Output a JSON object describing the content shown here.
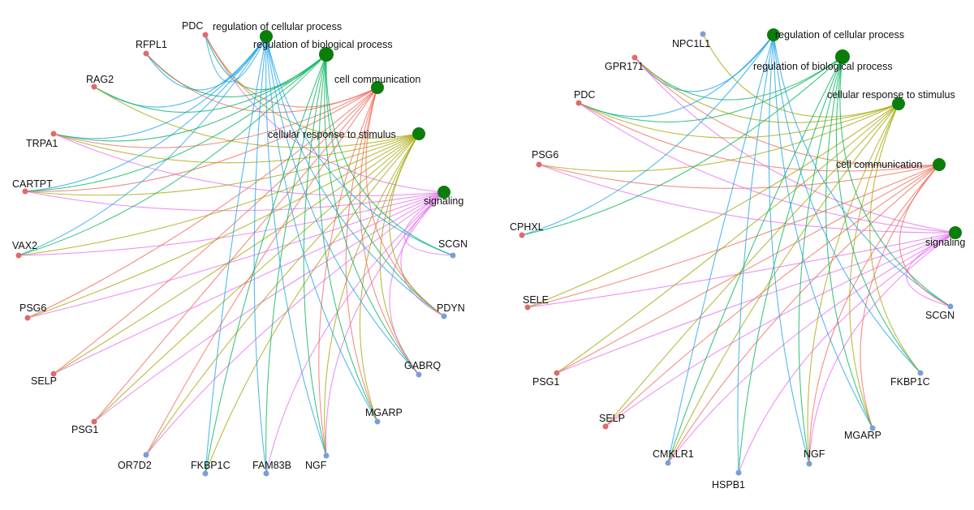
{
  "networks": [
    {
      "id": "left",
      "terms": [
        {
          "label": "regulation of cellular process",
          "color": "#1aa3e8"
        },
        {
          "label": "regulation of biological process",
          "color": "#00b35a"
        },
        {
          "label": "cell communication",
          "color": "#f06a5a"
        },
        {
          "label": "cellular response to stimulus",
          "color": "#a3a500"
        },
        {
          "label": "signaling",
          "color": "#e76bf3"
        }
      ],
      "genes": [
        {
          "label": "PDC",
          "fc": "up",
          "links": [
            0,
            1,
            2,
            3,
            4
          ]
        },
        {
          "label": "RFPL1",
          "fc": "up",
          "links": [
            0,
            1,
            2
          ]
        },
        {
          "label": "RAG2",
          "fc": "up",
          "links": [
            0,
            1,
            3
          ]
        },
        {
          "label": "TRPA1",
          "fc": "up",
          "links": [
            0,
            1,
            2,
            3,
            4
          ]
        },
        {
          "label": "CARTPT",
          "fc": "up",
          "links": [
            0,
            1,
            2,
            3,
            4
          ]
        },
        {
          "label": "VAX2",
          "fc": "up",
          "links": [
            0,
            1,
            3,
            4
          ]
        },
        {
          "label": "PSG6",
          "fc": "up",
          "links": [
            2,
            3,
            4
          ]
        },
        {
          "label": "SELP",
          "fc": "up",
          "links": [
            2,
            3,
            4
          ]
        },
        {
          "label": "PSG1",
          "fc": "up",
          "links": [
            2,
            3,
            4
          ]
        },
        {
          "label": "OR7D2",
          "fc": "down",
          "links": [
            2,
            3,
            4
          ]
        },
        {
          "label": "FKBP1C",
          "fc": "down",
          "links": [
            0,
            1,
            3
          ]
        },
        {
          "label": "FAM83B",
          "fc": "down",
          "links": [
            0,
            1,
            4
          ]
        },
        {
          "label": "NGF",
          "fc": "down",
          "links": [
            0,
            1,
            2,
            3,
            4
          ]
        },
        {
          "label": "MGARP",
          "fc": "down",
          "links": [
            0,
            1,
            2,
            3
          ]
        },
        {
          "label": "GABRQ",
          "fc": "down",
          "links": [
            0,
            1,
            2,
            3,
            4
          ]
        },
        {
          "label": "PDYN",
          "fc": "down",
          "links": [
            0,
            1,
            2,
            3,
            4
          ]
        },
        {
          "label": "SCGN",
          "fc": "down",
          "links": [
            0,
            1,
            4
          ]
        }
      ]
    },
    {
      "id": "right",
      "terms": [
        {
          "label": "regulation of cellular process",
          "color": "#1aa3e8"
        },
        {
          "label": "regulation of biological process",
          "color": "#00b35a"
        },
        {
          "label": "cellular response to stimulus",
          "color": "#a3a500"
        },
        {
          "label": "cell communication",
          "color": "#f06a5a"
        },
        {
          "label": "signaling",
          "color": "#e76bf3"
        }
      ],
      "genes": [
        {
          "label": "NPC1L1",
          "fc": "down",
          "links": [
            2
          ]
        },
        {
          "label": "GPR171",
          "fc": "up",
          "links": [
            0,
            1,
            2,
            3,
            4
          ]
        },
        {
          "label": "PDC",
          "fc": "up",
          "links": [
            0,
            1,
            2,
            3,
            4
          ]
        },
        {
          "label": "PSG6",
          "fc": "up",
          "links": [
            2,
            3,
            4
          ]
        },
        {
          "label": "CPHXL",
          "fc": "up",
          "links": [
            0,
            1
          ]
        },
        {
          "label": "SELE",
          "fc": "up",
          "links": [
            2,
            3,
            4
          ]
        },
        {
          "label": "PSG1",
          "fc": "up",
          "links": [
            2,
            3,
            4
          ]
        },
        {
          "label": "SELP",
          "fc": "up",
          "links": [
            2,
            3,
            4
          ]
        },
        {
          "label": "CMKLR1",
          "fc": "down",
          "links": [
            0,
            1,
            2,
            3,
            4
          ]
        },
        {
          "label": "HSPB1",
          "fc": "down",
          "links": [
            0,
            1,
            4
          ]
        },
        {
          "label": "NGF",
          "fc": "down",
          "links": [
            0,
            1,
            2,
            3,
            4
          ]
        },
        {
          "label": "MGARP",
          "fc": "down",
          "links": [
            0,
            1,
            2,
            3
          ]
        },
        {
          "label": "FKBP1C",
          "fc": "down",
          "links": [
            0,
            1,
            2
          ]
        },
        {
          "label": "SCGN",
          "fc": "down",
          "links": [
            0,
            1,
            3,
            4
          ]
        }
      ]
    }
  ],
  "colors": {
    "term_node": "#0a7d0a",
    "gene_up": "#e06a6a",
    "gene_down": "#7a9fd8"
  }
}
